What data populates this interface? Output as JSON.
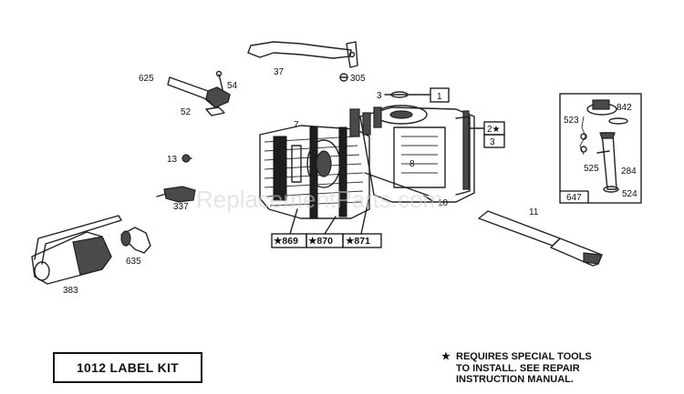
{
  "watermark": "ReplacementParts.com",
  "labels": {
    "p625": "625",
    "p54": "54",
    "p52": "52",
    "p37": "37",
    "p305": "305",
    "p3": "3",
    "p1": "1",
    "p2star": "2★",
    "p3b": "3",
    "p7": "7",
    "p8": "8",
    "p13": "13",
    "p337": "337",
    "p10": "10",
    "p11": "11",
    "p869": "★869",
    "p870": "★870",
    "p871": "★871",
    "p383": "383",
    "p635": "635",
    "p842": "842",
    "p523": "523",
    "p525": "525",
    "p284": "284",
    "p524": "524",
    "p647": "647"
  },
  "label_kit": "1012 LABEL KIT",
  "note": {
    "star": "★",
    "line1": "REQUIRES SPECIAL TOOLS",
    "line2": "TO INSTALL.  SEE REPAIR",
    "line3": "INSTRUCTION MANUAL."
  }
}
